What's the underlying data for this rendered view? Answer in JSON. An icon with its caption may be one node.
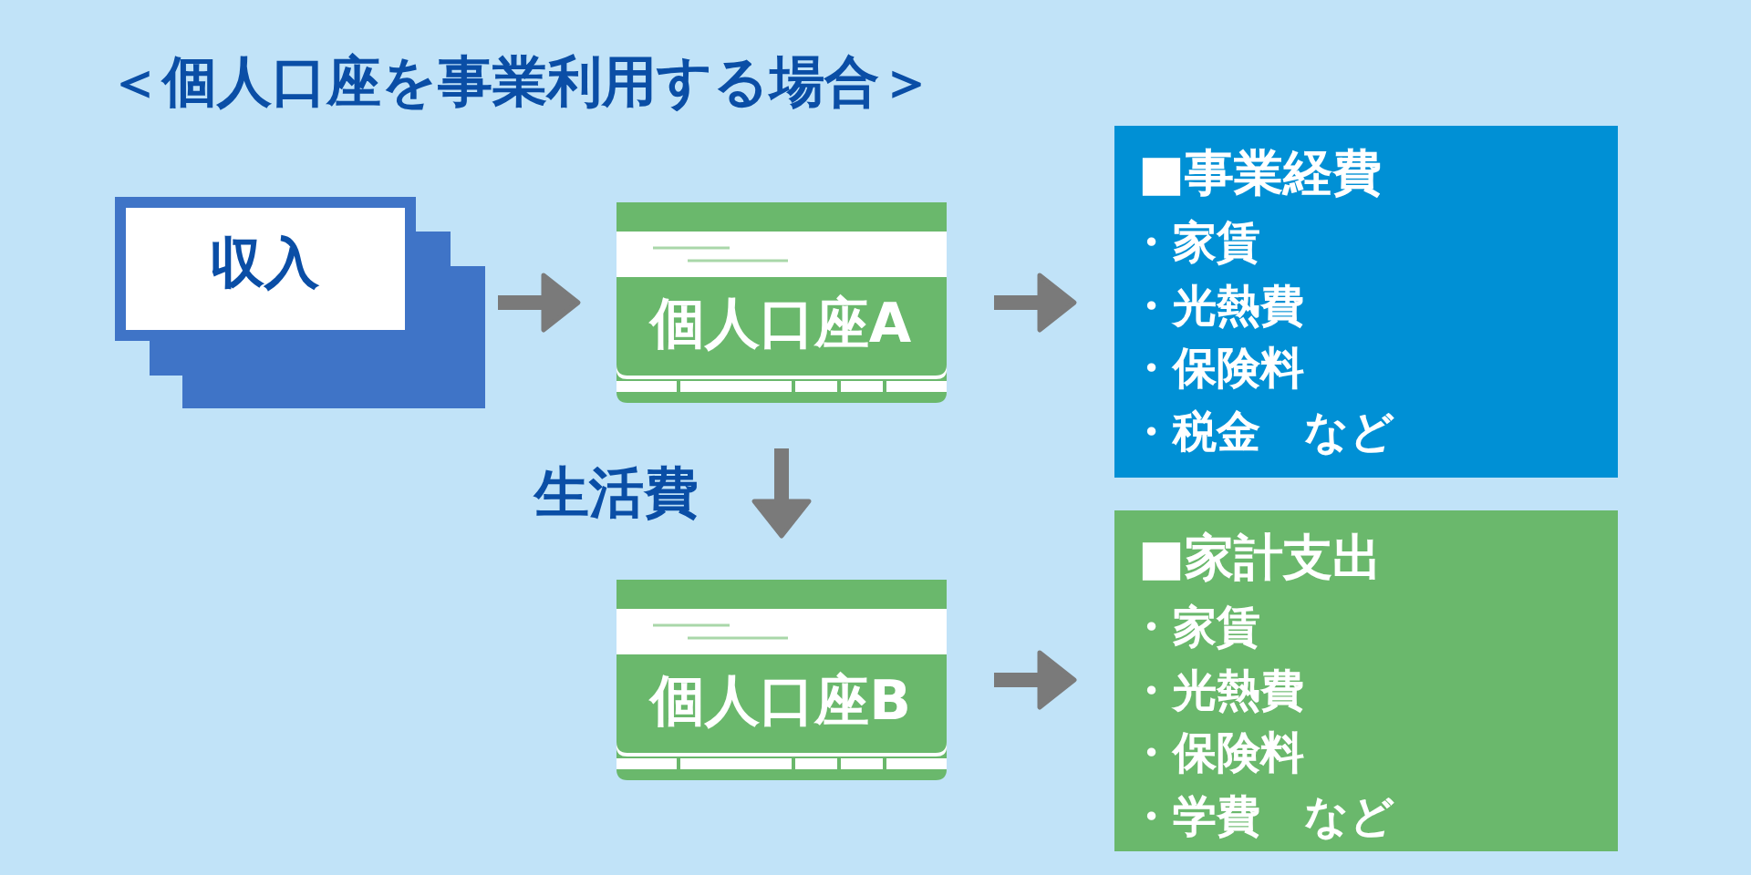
{
  "diagram": {
    "title": "＜個人口座を事業利用する場合＞",
    "nodes": [
      {
        "text": [
          "収入"
        ]
      },
      {
        "text": [
          "個人口座A"
        ]
      },
      {
        "text": [
          "個人口座B"
        ]
      },
      {
        "text": [
          "■事業経費",
          "・家賃",
          "・光熱費",
          "・保険料",
          "・税金　など"
        ]
      },
      {
        "text": [
          "■家計支出",
          "・家賃",
          "・光熱費",
          "・保険料",
          "・学費　など"
        ]
      }
    ],
    "edges": [
      {
        "from": 0,
        "to": 1,
        "arrow": "to"
      },
      {
        "from": 1,
        "to": 3,
        "arrow": "to"
      },
      {
        "from": 1,
        "to": 2,
        "arrow": "to",
        "label": "生活費"
      },
      {
        "from": 2,
        "to": 4,
        "arrow": "to"
      }
    ]
  }
}
